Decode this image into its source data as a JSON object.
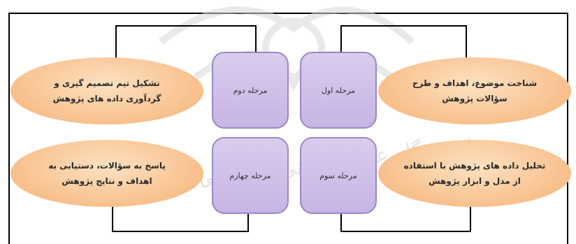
{
  "stages": {
    "first": "مرحله اول",
    "second": "مرحله دوم",
    "third": "مرحله سوم",
    "fourth": "مرحله چهارم"
  },
  "descriptions": {
    "first": "شناخت موضوع، اهداف و طرح\nسؤالات پژوهش",
    "second": "تشکیل تیم تصمیم گیری و\nگردآوری داده های پژوهش",
    "third": "تحلیل داده های پژوهش با استفاده\nاز مدل و ابزار پژوهش",
    "fourth": "پاسخ به سؤالات، دستیابی به\nاهداف و نتایج پژوهش"
  },
  "watermark_text": "پژوهشگاه علوم انسانی و مطالعات فرهنگی",
  "colors": {
    "stage_fill": "#c6b5e4",
    "stage_border": "#9b87c4",
    "oval_fill": "#f8c08c",
    "line": "#000000"
  }
}
